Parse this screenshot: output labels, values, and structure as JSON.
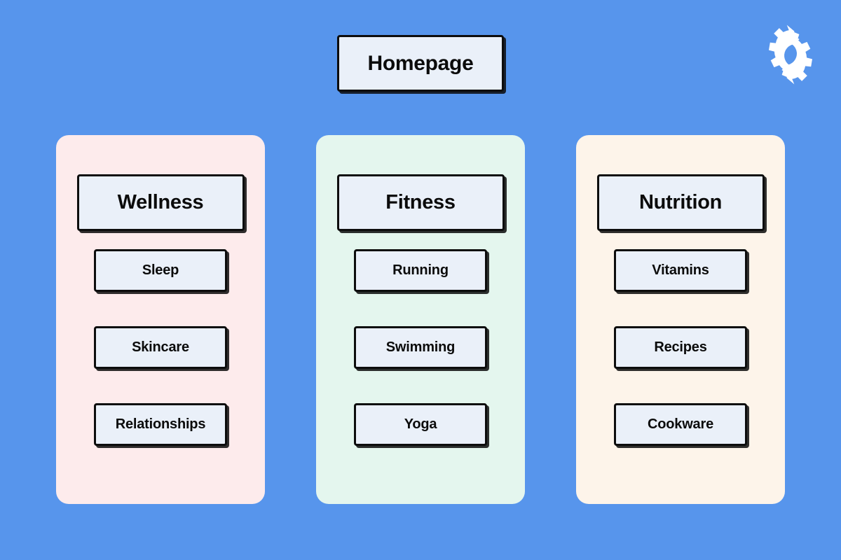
{
  "page": {
    "background_color": "#5795EC",
    "node_fill_color": "#EAF0F9",
    "node_border_color": "#0D0D0D"
  },
  "logo": {
    "name": "interlocking-gears-logo",
    "color": "#FFFFFF"
  },
  "root": {
    "label": "Homepage"
  },
  "columns": [
    {
      "tone": "pink",
      "background_color": "#FDEBEC",
      "category": "Wellness",
      "items": [
        "Sleep",
        "Skincare",
        "Relationships"
      ]
    },
    {
      "tone": "green",
      "background_color": "#E4F6EE",
      "category": "Fitness",
      "items": [
        "Running",
        "Swimming",
        "Yoga"
      ]
    },
    {
      "tone": "cream",
      "background_color": "#FDF4EA",
      "category": "Nutrition",
      "items": [
        "Vitamins",
        "Recipes",
        "Cookware"
      ]
    }
  ]
}
